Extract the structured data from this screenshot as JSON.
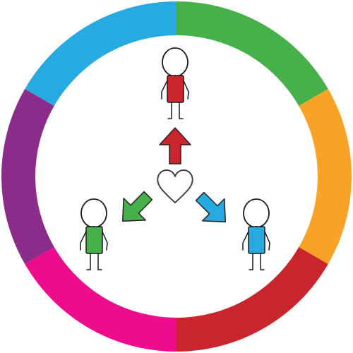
{
  "ring": {
    "segments": [
      {
        "name": "green",
        "color": "#46B04A"
      },
      {
        "name": "orange",
        "color": "#F8A325"
      },
      {
        "name": "red",
        "color": "#CA252C"
      },
      {
        "name": "pink",
        "color": "#EC0C8C"
      },
      {
        "name": "purple",
        "color": "#8B2C8B"
      },
      {
        "name": "blue",
        "color": "#27AAE1"
      }
    ]
  },
  "center": {
    "icon": "heart-icon",
    "stroke_color": "#444444",
    "fill_color": "#ffffff"
  },
  "people": [
    {
      "name": "person-top-red",
      "shirt_color": "#CA252C"
    },
    {
      "name": "person-left-green",
      "shirt_color": "#46B04A"
    },
    {
      "name": "person-right-blue",
      "shirt_color": "#27AAE1"
    }
  ],
  "arrows": [
    {
      "name": "arrow-up",
      "color": "#CA252C"
    },
    {
      "name": "arrow-down-left",
      "color": "#46B04A"
    },
    {
      "name": "arrow-down-right",
      "color": "#27AAE1"
    }
  ]
}
